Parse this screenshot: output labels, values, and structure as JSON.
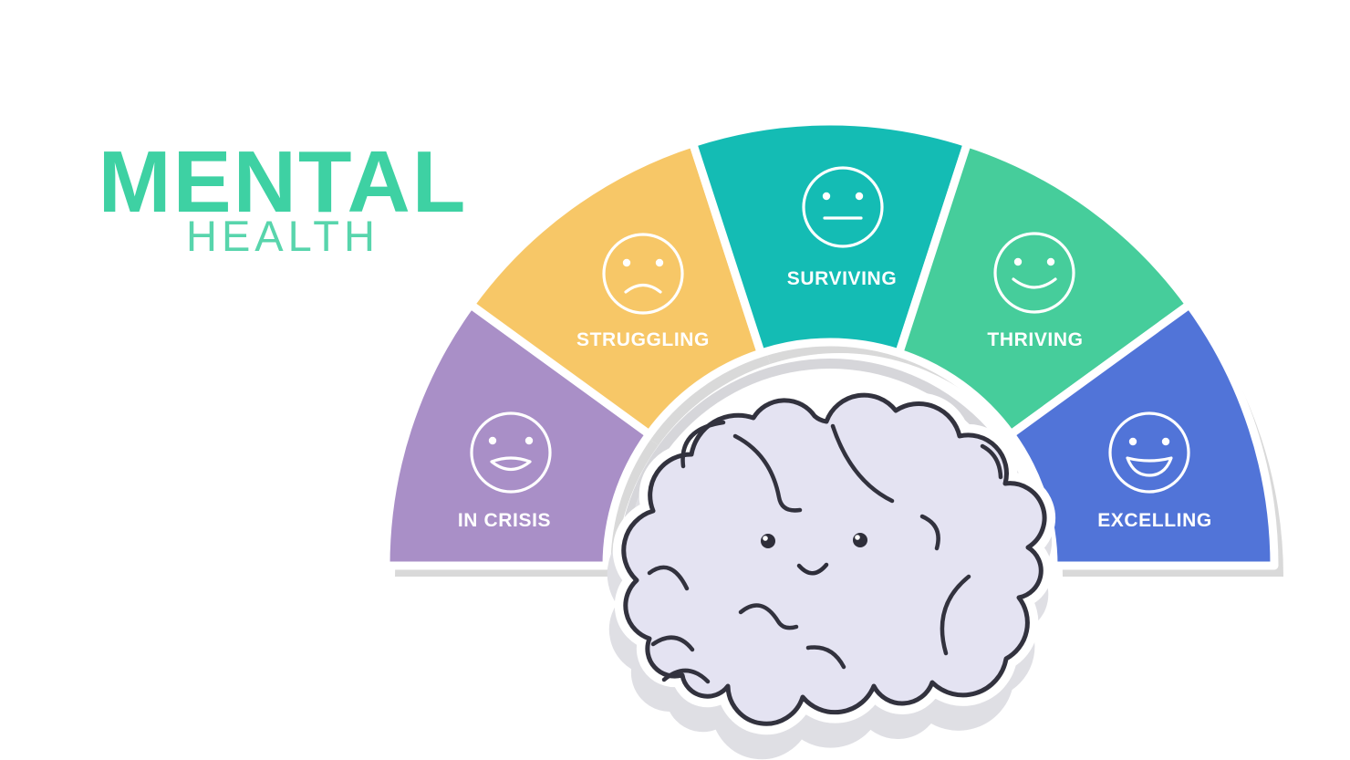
{
  "title": {
    "main": "MENTAL",
    "sub": "HEALTH"
  },
  "palette": {
    "background": "#ffffff",
    "title_main": "#3ed1a3",
    "title_sub": "#58d5ac",
    "segment_shadow": "#d9d9d9",
    "dome_ring": "#d6d6da",
    "dome_fill": "#ffffff",
    "brain_fill": "#e4e3f2",
    "brain_outline": "#32323e",
    "brain_sticker_shadow": "#dfdfe4",
    "label_color": "#ffffff",
    "face_color": "#ffffff"
  },
  "gauge": {
    "type": "semicircular-gauge",
    "description": "Mental health continuum with 5 levels from left to right",
    "levels_order": [
      "IN CRISIS",
      "STRUGGLING",
      "SURVIVING",
      "THRIVING",
      "EXCELLING"
    ],
    "segments": [
      {
        "label": "IN CRISIS",
        "color": "#a98fc7",
        "expression": "sad-open-mouth",
        "angle_start": 180,
        "angle_end": 144
      },
      {
        "label": "STRUGGLING",
        "color": "#f7c767",
        "expression": "frown",
        "angle_start": 144,
        "angle_end": 108
      },
      {
        "label": "SURVIVING",
        "color": "#14bcb4",
        "expression": "neutral",
        "angle_start": 108,
        "angle_end": 72
      },
      {
        "label": "THRIVING",
        "color": "#46cd9b",
        "expression": "smile",
        "angle_start": 72,
        "angle_end": 36
      },
      {
        "label": "EXCELLING",
        "color": "#5174d8",
        "expression": "open-smile",
        "angle_start": 36,
        "angle_end": 0
      }
    ]
  }
}
